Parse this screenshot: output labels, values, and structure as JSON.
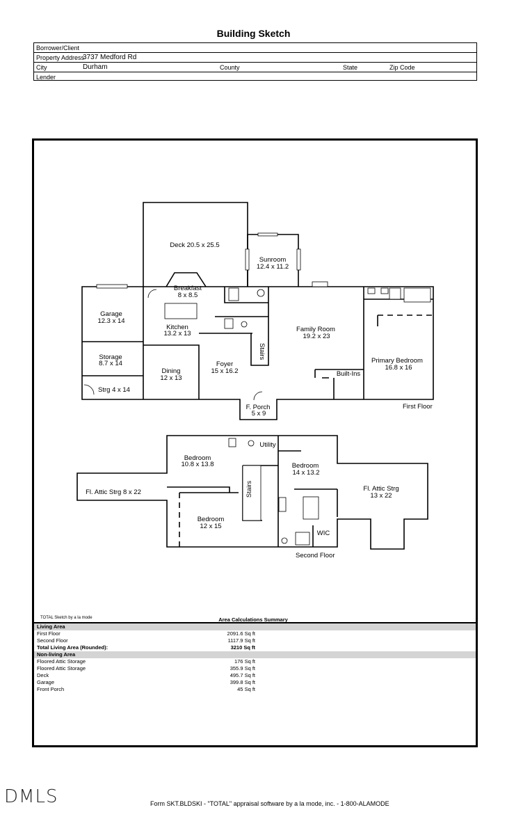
{
  "title": "Building Sketch",
  "header": {
    "borrower_label": "Borrower/Client",
    "address_label": "Property Address",
    "address_value": "3737 Medford Rd",
    "city_label": "City",
    "city_value": "Durham",
    "county_label": "County",
    "state_label": "State",
    "zip_label": "Zip Code",
    "lender_label": "Lender"
  },
  "floorplan": {
    "first_floor_label": "First Floor",
    "second_floor_label": "Second Floor",
    "rooms": {
      "deck_name": "Deck 20.5 x 25.5",
      "sunroom_name": "Sunroom",
      "sunroom_dim": "12.4 x 11.2",
      "breakfast_name": "Breakfast",
      "breakfast_dim": "8 x 8.5",
      "garage_name": "Garage",
      "garage_dim": "12.3 x 14",
      "kitchen_name": "Kitchen",
      "kitchen_dim": "13.2 x 13",
      "family_name": "Family Room",
      "family_dim": "19.2 x 23",
      "storage_name": "Storage",
      "storage_dim": "8.7 x 14",
      "foyer_name": "Foyer",
      "foyer_dim": "15 x 16.2",
      "stairs1": "Stairs",
      "primary_name": "Primary Bedroom",
      "primary_dim": "16.8 x 16",
      "dining_name": "Dining",
      "dining_dim": "12 x 13",
      "builtins": "Built-Ins",
      "strg_name": "Strg 4 x 14",
      "porch_name": "F. Porch",
      "porch_dim": "5 x 9",
      "bed1_name": "Bedroom",
      "bed1_dim": "10.8 x 13.8",
      "utility": "Utility",
      "bed2_name": "Bedroom",
      "bed2_dim": "14 x 13.2",
      "attic1": "Fl. Attic Strg 8 x 22",
      "stairs2": "Stairs",
      "attic2_name": "Fl. Attic Strg",
      "attic2_dim": "13 x 22",
      "bed3_name": "Bedroom",
      "bed3_dim": "12 x 15",
      "wic": "WIC"
    }
  },
  "summary": {
    "credit": "TOTAL Sketch by a la mode",
    "heading": "Area Calculations Summary",
    "living_heading": "Living Area",
    "living": [
      {
        "label": "First Floor",
        "value": "2091.6 Sq ft"
      },
      {
        "label": "Second Floor",
        "value": "1117.9 Sq ft"
      }
    ],
    "total": {
      "label": "Total Living Area (Rounded):",
      "value": "3210 Sq ft"
    },
    "nonliving_heading": "Non-living Area",
    "nonliving": [
      {
        "label": "Floored Attic Storage",
        "value": "176 Sq ft"
      },
      {
        "label": "Floored Attic Storage",
        "value": "355.9 Sq ft"
      },
      {
        "label": "Deck",
        "value": "495.7 Sq ft"
      },
      {
        "label": "Garage",
        "value": "399.8 Sq ft"
      },
      {
        "label": "Front Porch",
        "value": "45 Sq ft"
      }
    ]
  },
  "logo_text": "DMLS",
  "footer": "Form SKT.BLDSKI - \"TOTAL\" appraisal software by a la mode, inc. - 1-800-ALAMODE"
}
